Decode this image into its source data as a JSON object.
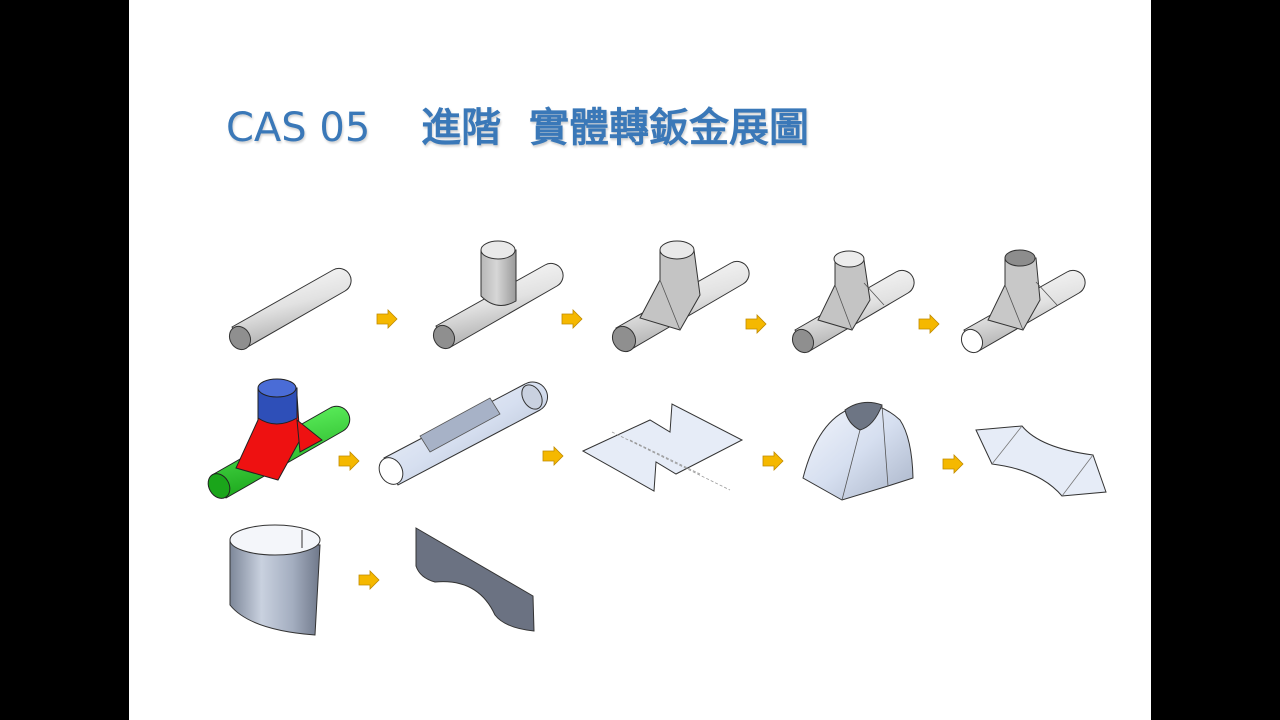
{
  "slide": {
    "title_prefix": "CAS 05",
    "title_gap": "    ",
    "title_main": "進階  實體轉鈑金展圖"
  },
  "colors": {
    "title": "#3a78b8",
    "arrow": "#f5b800",
    "part_light": "#ececec",
    "sheet": "#dfe6f3",
    "sheet_dark": "#8c97a8",
    "highlight_green": "#22cc22",
    "highlight_red": "#ee1111",
    "highlight_blue": "#2e4fb8"
  },
  "steps": [
    {
      "row": 1,
      "icon": "straight-pipe-icon"
    },
    {
      "row": 1,
      "icon": "tee-pipe-icon"
    },
    {
      "row": 1,
      "icon": "tee-pipe-transition-icon"
    },
    {
      "row": 1,
      "icon": "tee-pipe-smaller-branch-icon"
    },
    {
      "row": 1,
      "icon": "tee-pipe-shell-icon"
    },
    {
      "row": 2,
      "icon": "tee-pipe-colored-faces-icon"
    },
    {
      "row": 2,
      "icon": "cut-pipe-sheet-icon"
    },
    {
      "row": 2,
      "icon": "flat-pattern-h-icon"
    },
    {
      "row": 2,
      "icon": "transition-sheet-icon"
    },
    {
      "row": 2,
      "icon": "flat-pattern-diamond-icon"
    },
    {
      "row": 3,
      "icon": "rolled-cylinder-sheet-icon"
    },
    {
      "row": 3,
      "icon": "flat-pattern-curve-icon"
    }
  ]
}
